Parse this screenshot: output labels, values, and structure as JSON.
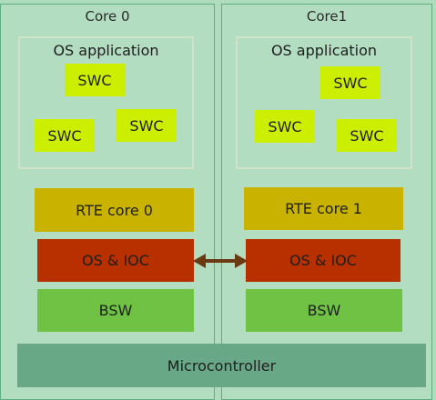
{
  "cores": [
    {
      "title": "Core 0",
      "os_application": {
        "title": "OS application",
        "swcs": [
          "SWC",
          "SWC",
          "SWC"
        ]
      },
      "rte": "RTE core 0",
      "os_ioc": "OS & IOC",
      "bsw": "BSW"
    },
    {
      "title": "Core1",
      "os_application": {
        "title": "OS application",
        "swcs": [
          "SWC",
          "SWC",
          "SWC"
        ]
      },
      "rte": "RTE core 1",
      "os_ioc": "OS & IOC",
      "bsw": "BSW"
    }
  ],
  "microcontroller": "Microcontroller",
  "connector_icon": "double-arrow-icon",
  "colors": {
    "background": "#aedcbc",
    "core_border": "#5fae7f",
    "swc": "#ccee00",
    "rte": "#c9b300",
    "os_ioc": "#b83000",
    "bsw": "#6fc244",
    "microcontroller": "#69a886",
    "arrow": "#6b3a12"
  }
}
